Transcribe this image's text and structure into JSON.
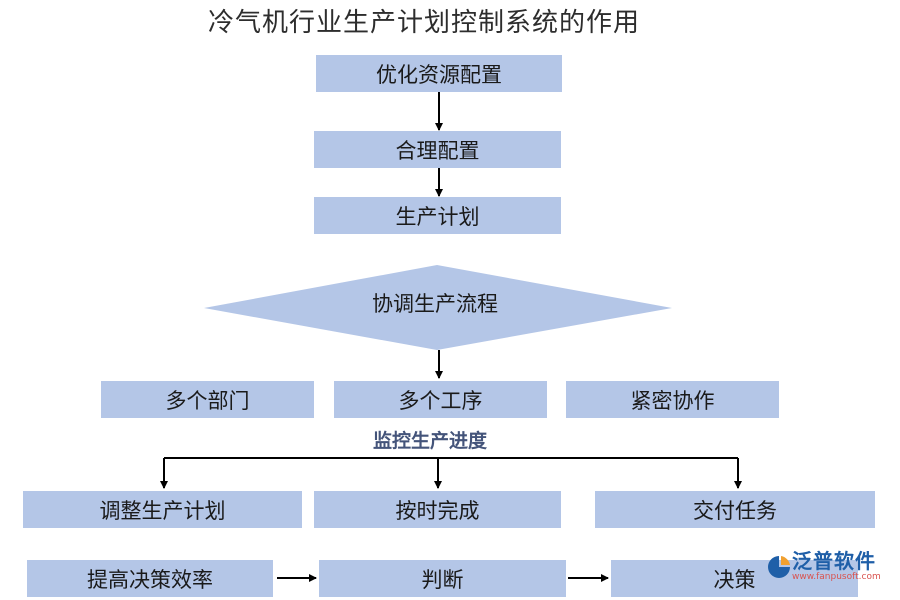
{
  "title": "冷气机行业生产计划控制系统的作用",
  "chain": {
    "step1": "优化资源配置",
    "step2": "合理配置",
    "step3": "生产计划"
  },
  "diamond": {
    "label": "协调生产流程"
  },
  "coordination": {
    "items": [
      "多个部门",
      "多个工序",
      "紧密协作"
    ]
  },
  "monitor": {
    "label": "监控生产进度"
  },
  "outcomes": {
    "items": [
      "调整生产计划",
      "按时完成",
      "交付任务"
    ]
  },
  "decision": {
    "items": [
      "提高决策效率",
      "判断",
      "决策"
    ]
  },
  "logo": {
    "name": "泛普软件",
    "url": "www.fanpusoft.com"
  },
  "colors": {
    "box_fill": "#b4c6e7",
    "arrow": "#000000",
    "monitor_text": "#44547a",
    "logo_blue": "#1f5fa8"
  }
}
